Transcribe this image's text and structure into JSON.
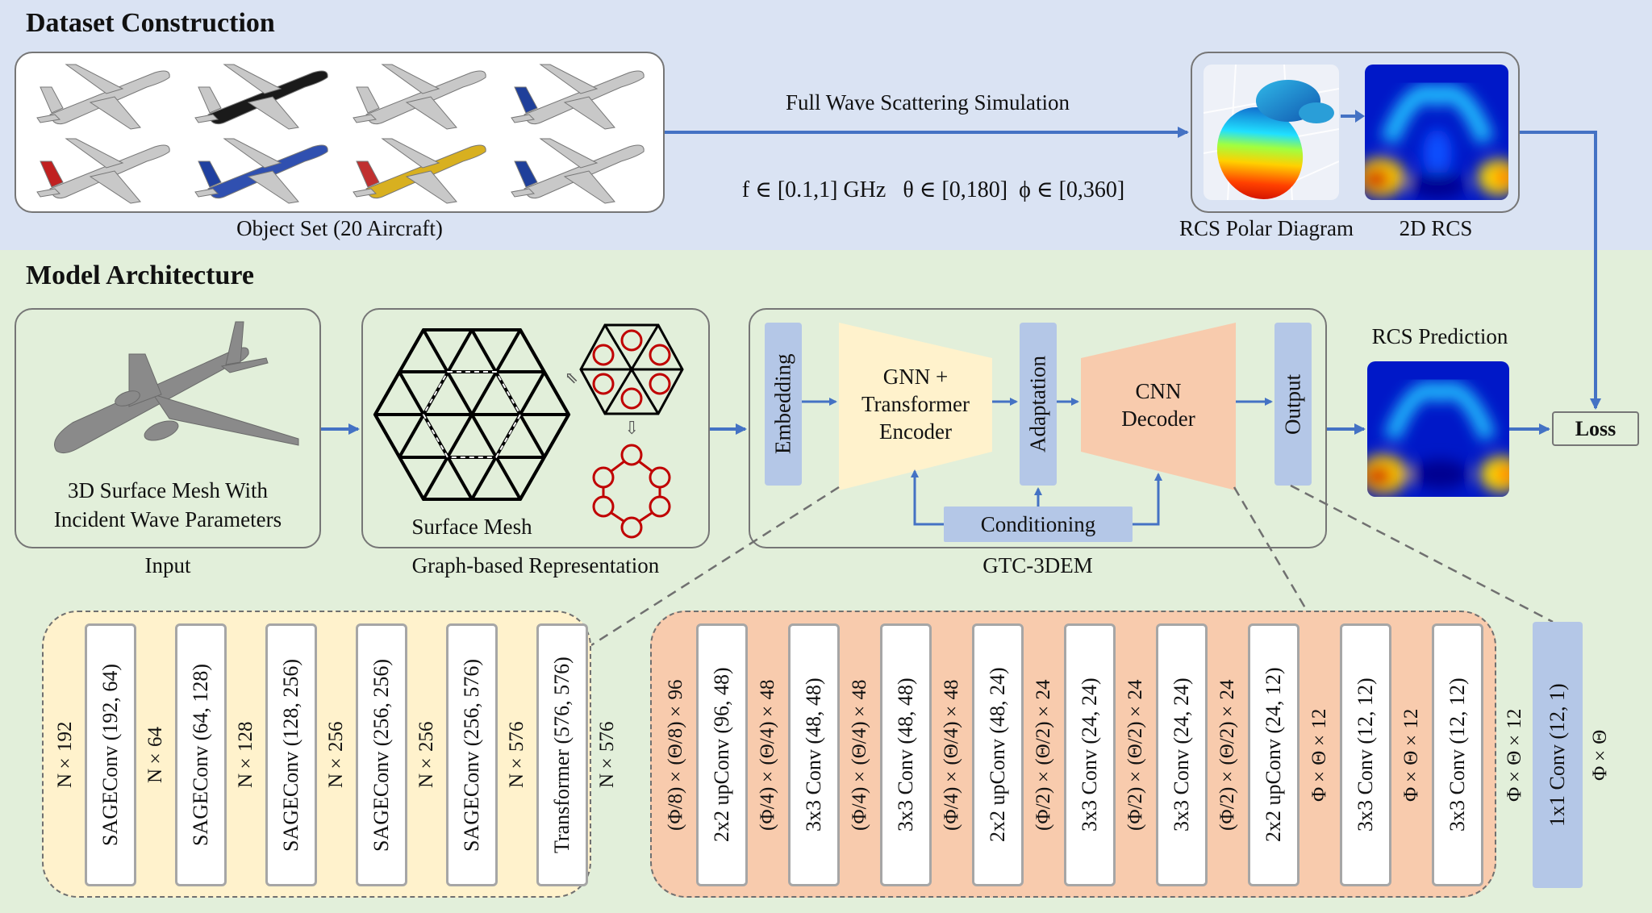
{
  "sections": {
    "dataset": {
      "title": "Dataset Construction",
      "object_set_caption": "Object Set (20 Aircraft)",
      "aircraft_liveries": [
        "silver",
        "black",
        "silver",
        "blue-tail",
        "red-tail",
        "blue",
        "yellow",
        "blue-tail"
      ],
      "simulation": {
        "label": "Full Wave Scattering Simulation",
        "params": "f ∈ [0.1,1] GHz   θ ∈ [0,180]  ϕ ∈ [0,360]"
      },
      "rcs_polar_caption": "RCS Polar Diagram",
      "rcs_2d_caption": "2D RCS"
    },
    "model": {
      "title": "Model Architecture",
      "input": {
        "text_line1": "3D Surface Mesh With",
        "text_line2": "Incident  Wave Parameters",
        "caption": "Input"
      },
      "graph": {
        "mesh_label": "Surface Mesh",
        "caption": "Graph-based Representation"
      },
      "gtc": {
        "embedding": "Embedding",
        "encoder_line1": "GNN +",
        "encoder_line2": "Transformer",
        "encoder_line3": "Encoder",
        "adaptation": "Adaptation",
        "decoder_line1": "CNN",
        "decoder_line2": "Decoder",
        "output": "Output",
        "conditioning": "Conditioning",
        "caption": "GTC-3DEM"
      },
      "prediction_caption": "RCS Prediction",
      "loss_label": "Loss"
    },
    "encoder_detail": {
      "items": [
        {
          "kind": "dim",
          "text": "N×192"
        },
        {
          "kind": "layer",
          "text": "SAGEConv (192, 64)"
        },
        {
          "kind": "dim",
          "text": "N×64"
        },
        {
          "kind": "layer",
          "text": "SAGEConv (64, 128)"
        },
        {
          "kind": "dim",
          "text": "N×128"
        },
        {
          "kind": "layer",
          "text": "SAGEConv (128, 256)"
        },
        {
          "kind": "dim",
          "text": "N×256"
        },
        {
          "kind": "layer",
          "text": "SAGEConv (256, 256)"
        },
        {
          "kind": "dim",
          "text": "N×256"
        },
        {
          "kind": "layer",
          "text": "SAGEConv (256, 576)"
        },
        {
          "kind": "dim",
          "text": "N×576"
        },
        {
          "kind": "layer",
          "text": "Transformer (576, 576)"
        },
        {
          "kind": "dim",
          "text": "N×576"
        }
      ]
    },
    "decoder_detail": {
      "items": [
        {
          "kind": "dim",
          "text": "(Φ/8)×(Θ/8)×96"
        },
        {
          "kind": "layer",
          "text": "2x2 upConv (96, 48)"
        },
        {
          "kind": "dim",
          "text": "(Φ/4)×(Θ/4)×48"
        },
        {
          "kind": "layer",
          "text": "3x3 Conv (48, 48)"
        },
        {
          "kind": "dim",
          "text": "(Φ/4)×(Θ/4)×48"
        },
        {
          "kind": "layer",
          "text": "3x3 Conv (48, 48)"
        },
        {
          "kind": "dim",
          "text": "(Φ/4)×(Θ/4)×48"
        },
        {
          "kind": "layer",
          "text": "2x2 upConv (48, 24)"
        },
        {
          "kind": "dim",
          "text": "(Φ/2)×(Θ/2)×24"
        },
        {
          "kind": "layer",
          "text": "3x3 Conv (24, 24)"
        },
        {
          "kind": "dim",
          "text": "(Φ/2)×(Θ/2)×24"
        },
        {
          "kind": "layer",
          "text": "3x3 Conv (24, 24)"
        },
        {
          "kind": "dim",
          "text": "(Φ/2)×(Θ/2)×24"
        },
        {
          "kind": "layer",
          "text": "2x2 upConv (24, 12)"
        },
        {
          "kind": "dim",
          "text": "Φ×Θ×12"
        },
        {
          "kind": "layer",
          "text": "3x3 Conv (12, 12)"
        },
        {
          "kind": "dim",
          "text": "Φ×Θ×12"
        },
        {
          "kind": "layer",
          "text": "3x3 Conv (12, 12)"
        }
      ],
      "after_dim": "Φ×Θ×12",
      "final_layer": "1x1 Conv (12, 1)",
      "final_dim": "Φ×Θ"
    }
  },
  "colors": {
    "top_bg": "#dae3f3",
    "bottom_bg": "#e2efda",
    "arrow": "#4472c4",
    "bar_blue": "#b4c7e7",
    "encoder_yellow": "#fff2cc",
    "decoder_orange": "#f8cbad",
    "mesh_red": "#c00000"
  }
}
